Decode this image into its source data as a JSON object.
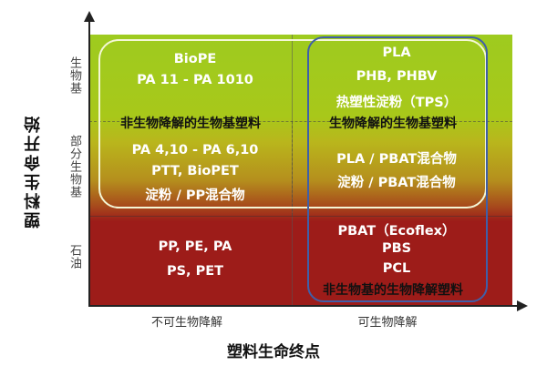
{
  "y_axis": {
    "title": "塑料生命开始",
    "levels": [
      "生物基",
      "部分生物基",
      "石油"
    ]
  },
  "x_axis": {
    "title": "塑料生命终点",
    "levels": [
      "不可生物降解",
      "可生物降解"
    ]
  },
  "band_labels": {
    "left": "非生物降解的生物基塑料",
    "right": "生物降解的生物基塑料",
    "bottom_right": "非生物基的生物降解塑料"
  },
  "quadrants": {
    "top_left": [
      "BioPE",
      "PA 11 - PA 1010"
    ],
    "top_right": [
      "PLA",
      "PHB, PHBV",
      "热塑性淀粉（TPS）"
    ],
    "mid_left": [
      "PA 4,10 - PA 6,10",
      "PTT, BioPET",
      "淀粉 / PP混合物"
    ],
    "mid_right": [
      "PLA / PBAT混合物",
      "淀粉 / PBAT混合物"
    ],
    "bottom_left": [
      "PP, PE, PA",
      "PS, PET"
    ],
    "bottom_right": [
      "PBAT（Ecoflex）",
      "PBS",
      "PCL"
    ]
  },
  "colors": {
    "biobased": "#9ecb1f",
    "petroleum": "#9d1c19",
    "biobased_outline": "#f4f7d6",
    "biodegradable_outline": "#3f5fa8"
  }
}
